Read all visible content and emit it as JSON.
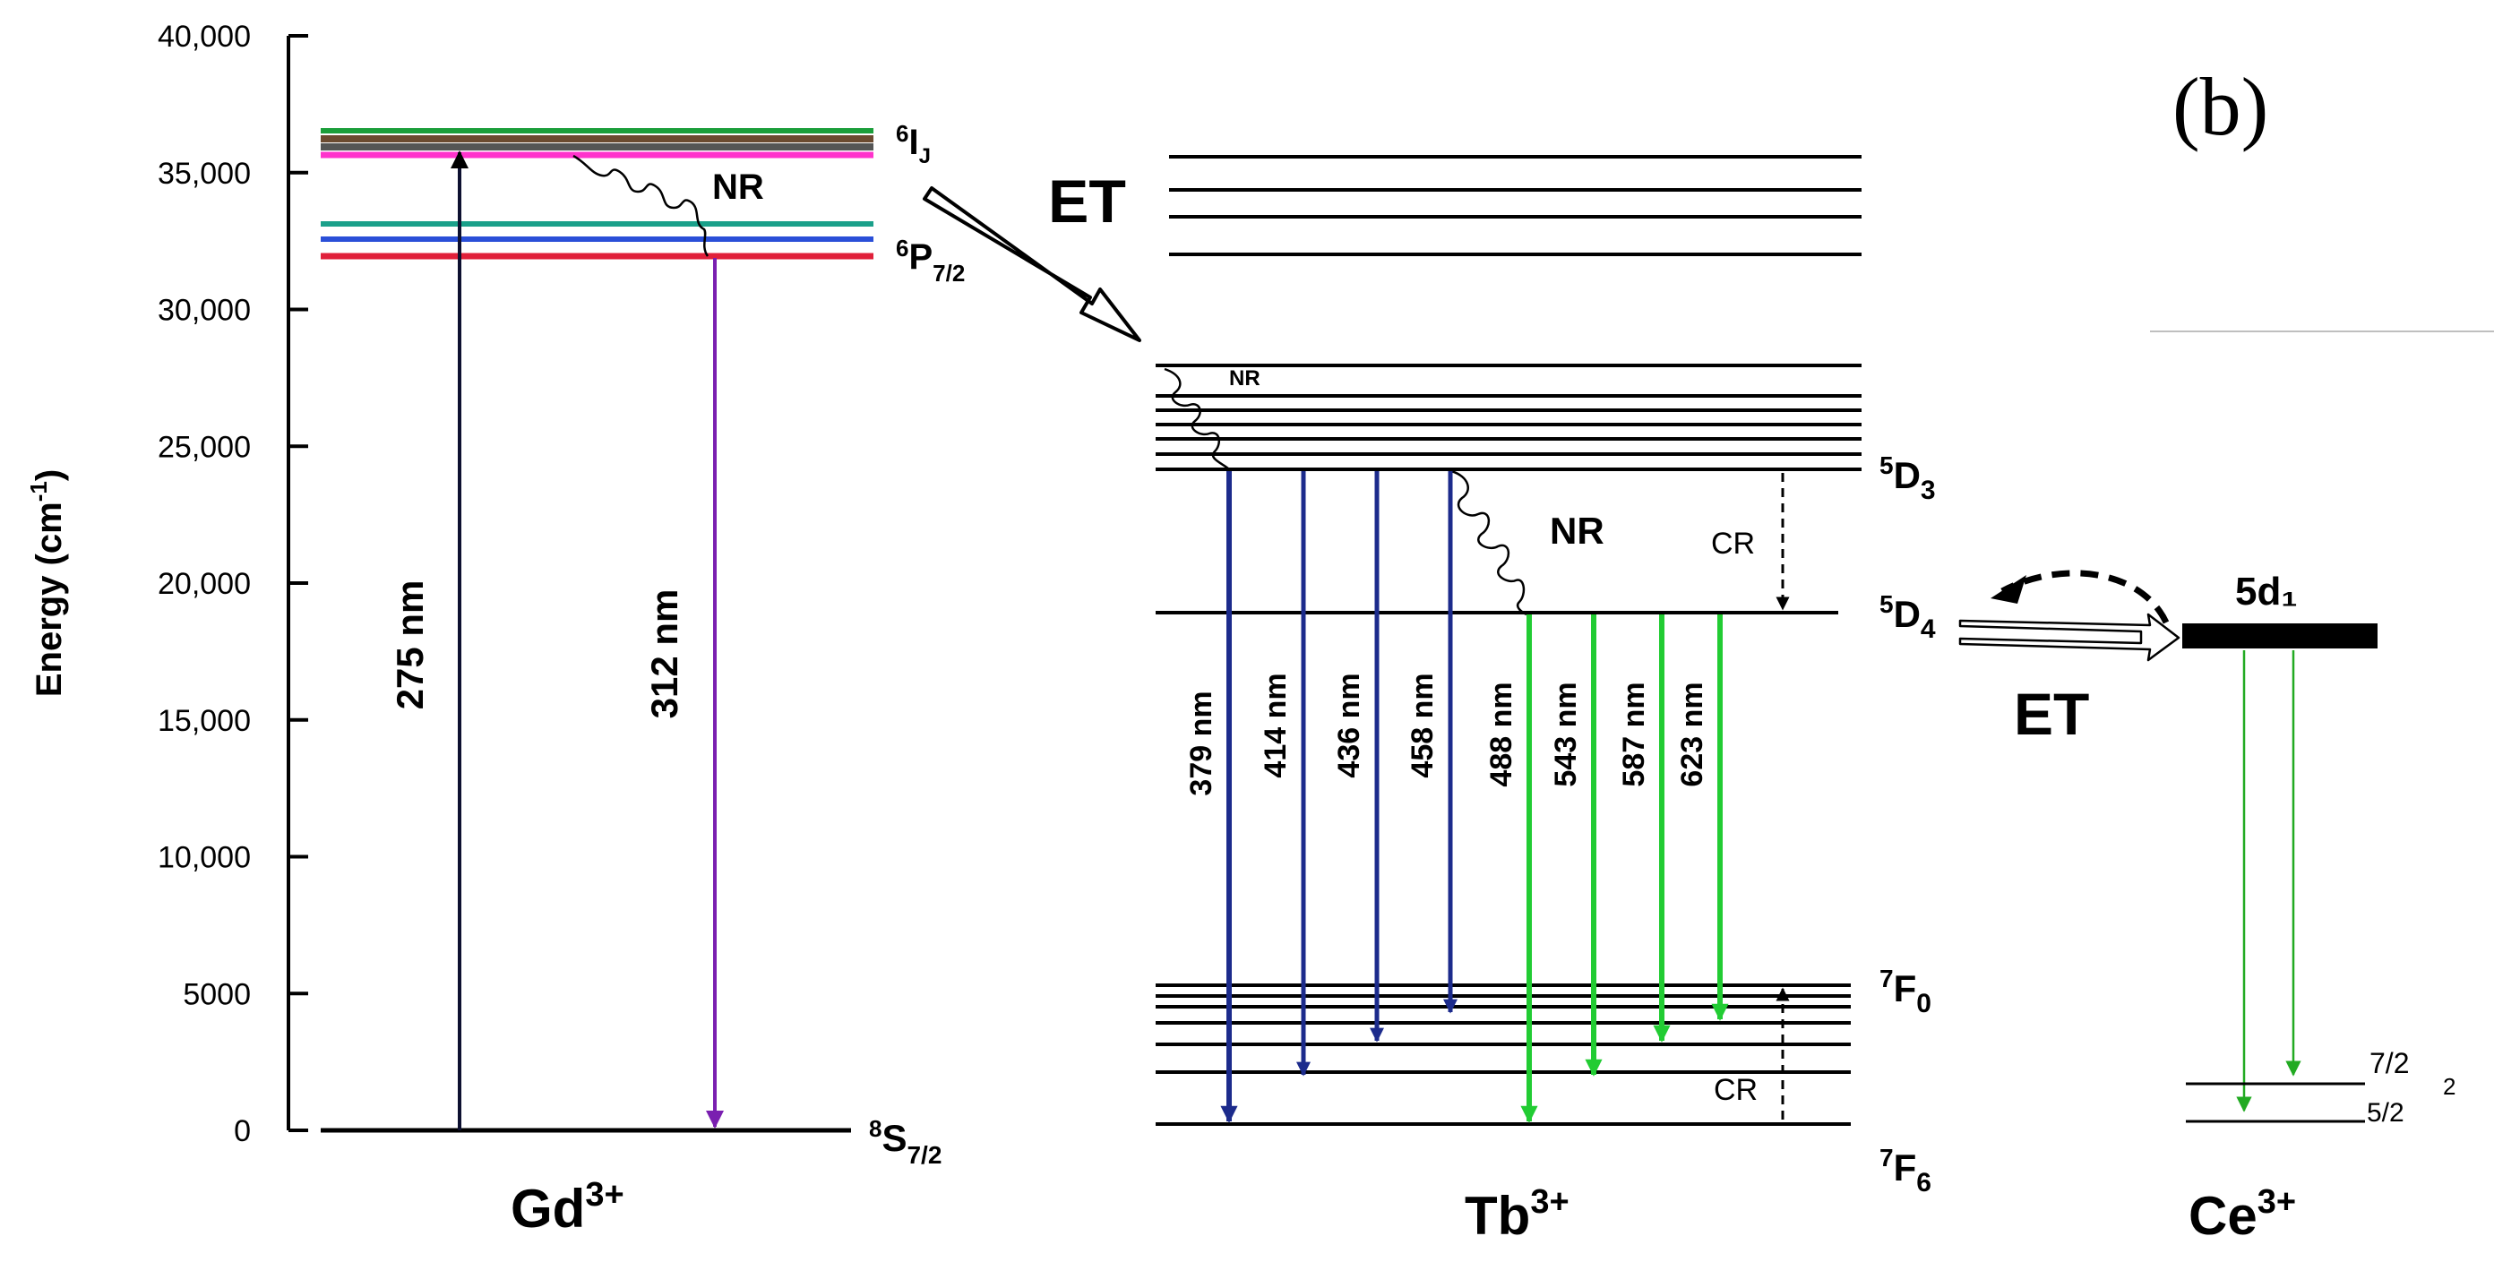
{
  "panel_label": "(b)",
  "y_axis": {
    "label": "Energy (cm",
    "label_sup": "-1",
    "label_close": ")",
    "ticks": [
      {
        "value": 0,
        "label": "0"
      },
      {
        "value": 5000,
        "label": "5000"
      },
      {
        "value": 10000,
        "label": "10,000"
      },
      {
        "value": 15000,
        "label": "15,000"
      },
      {
        "value": 20000,
        "label": "20,000"
      },
      {
        "value": 25000,
        "label": "25,000"
      },
      {
        "value": 30000,
        "label": "30,000"
      },
      {
        "value": 35000,
        "label": "35,000"
      },
      {
        "value": 40000,
        "label": "40,000"
      }
    ]
  },
  "ions": {
    "gd": {
      "name": "Gd",
      "charge": "3+"
    },
    "tb": {
      "name": "Tb",
      "charge": "3+"
    },
    "ce": {
      "name": "Ce",
      "charge": "3+"
    }
  },
  "gd_levels": {
    "6I": {
      "base": "I",
      "pre": "6",
      "sub": "J"
    },
    "6P": {
      "base": "P",
      "pre": "6",
      "sub": "7/2"
    },
    "8S": {
      "base": "S",
      "pre": "8",
      "sub": "7/2"
    },
    "level_colors": [
      "#1b9e3a",
      "#6b4a30",
      "#555555",
      "#ff33cc",
      "#1aa08a",
      "#2a4fd8",
      "#e0203a"
    ]
  },
  "gd_transitions": {
    "excitation": "275 nm",
    "emission": "312 nm",
    "nr": "NR"
  },
  "transfer_labels": {
    "gd_to_tb": "ET",
    "tb_to_ce": "ET"
  },
  "tb_levels": {
    "5D3": {
      "base": "D",
      "pre": "5",
      "sub": "3"
    },
    "5D4": {
      "base": "D",
      "pre": "5",
      "sub": "4"
    },
    "7F0": {
      "base": "F",
      "pre": "7",
      "sub": "0"
    },
    "7F6": {
      "base": "F",
      "pre": "7",
      "sub": "6"
    }
  },
  "tb_labels": {
    "nr_upper": "NR",
    "nr_mid": "NR",
    "cr_upper": "CR",
    "cr_lower": "CR"
  },
  "tb_emissions": [
    {
      "label": "379 nm",
      "color": "#1c2b8c"
    },
    {
      "label": "414 nm",
      "color": "#1c2b8c"
    },
    {
      "label": "436 nm",
      "color": "#1c2b8c"
    },
    {
      "label": "458 nm",
      "color": "#1c2b8c"
    },
    {
      "label": "488 nm",
      "color": "#22cc33"
    },
    {
      "label": "543 nm",
      "color": "#22cc33"
    },
    {
      "label": "587 nm",
      "color": "#22cc33"
    },
    {
      "label": "623 nm",
      "color": "#22cc33"
    }
  ],
  "ce_levels": {
    "5d1": "5d₁",
    "upper_j": "7/2",
    "lower_j": "5/2",
    "term_pre": "2"
  }
}
